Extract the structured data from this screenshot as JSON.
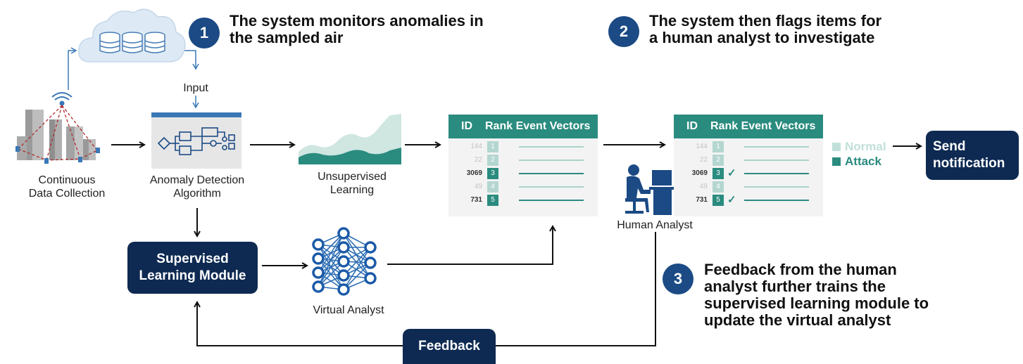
{
  "steps": [
    {
      "number": "1",
      "text_line1": "The system monitors anomalies in",
      "text_line2": "the sampled air"
    },
    {
      "number": "2",
      "text_line1": "The system then flags items for",
      "text_line2": "a human analyst to investigate"
    },
    {
      "number": "3",
      "text_lines": [
        "Feedback from the human",
        "analyst further trains the",
        "supervised learning module to",
        "update the virtual analyst"
      ]
    }
  ],
  "labels": {
    "input": "Input",
    "data_collection": [
      "Continuous",
      "Data Collection"
    ],
    "anomaly_detection": [
      "Anomaly Detection",
      "Algorithm"
    ],
    "unsupervised": [
      "Unsupervised",
      "Learning"
    ],
    "virtual_analyst": "Virtual Analyst",
    "human_analyst": "Human Analyst"
  },
  "boxes": {
    "supervised": [
      "Supervised",
      "Learning Module"
    ],
    "feedback": "Feedback",
    "send_notification": [
      "Send",
      "notification"
    ]
  },
  "table": {
    "header_id": "ID",
    "header_main": "Rank Event Vectors",
    "rows": [
      {
        "id": "144",
        "rank": "1",
        "highlight": false
      },
      {
        "id": "22",
        "rank": "2",
        "highlight": false
      },
      {
        "id": "3069",
        "rank": "3",
        "highlight": true
      },
      {
        "id": "49",
        "rank": "4",
        "highlight": false
      },
      {
        "id": "731",
        "rank": "5",
        "highlight": true
      }
    ],
    "check_mark": "✓"
  },
  "legend": {
    "normal": "Normal",
    "attack": "Attack"
  },
  "colors": {
    "navy": "#0e2a52",
    "step_blue": "#1b4a84",
    "teal": "#2a8b7f",
    "teal_light": "#a9d3cb",
    "line_blue": "#3a78b6"
  }
}
